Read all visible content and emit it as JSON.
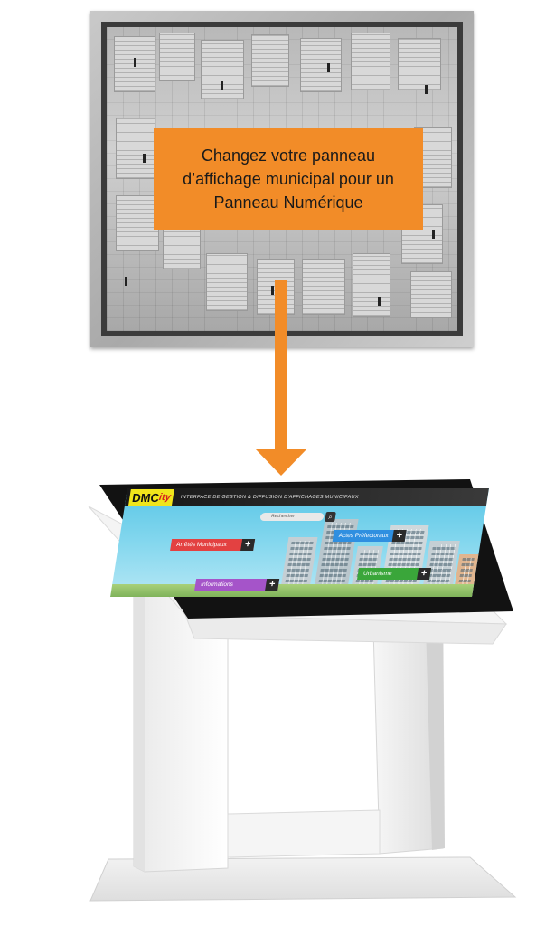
{
  "callout": {
    "line1": "Changez votre panneau",
    "line2": "d’affichage municipal pour un",
    "line3": "Panneau Numérique",
    "color": "#f28c28"
  },
  "kiosk_screen": {
    "logo_main": "DMC",
    "logo_accent": "ity",
    "app_title": "INTERFACE DE GESTION & DIFFUSION D'AFFICHAGES MUNICIPAUX",
    "search_placeholder": "Rechercher",
    "tiles": [
      {
        "label": "Arrêtés Municipaux",
        "color": "#e34141"
      },
      {
        "label": "Informations",
        "color": "#a554c9"
      },
      {
        "label": "Actes Préfectoraux",
        "color": "#2f8fe0"
      },
      {
        "label": "Urbanisme",
        "color": "#3aa63a"
      }
    ],
    "plus_label": "+"
  }
}
